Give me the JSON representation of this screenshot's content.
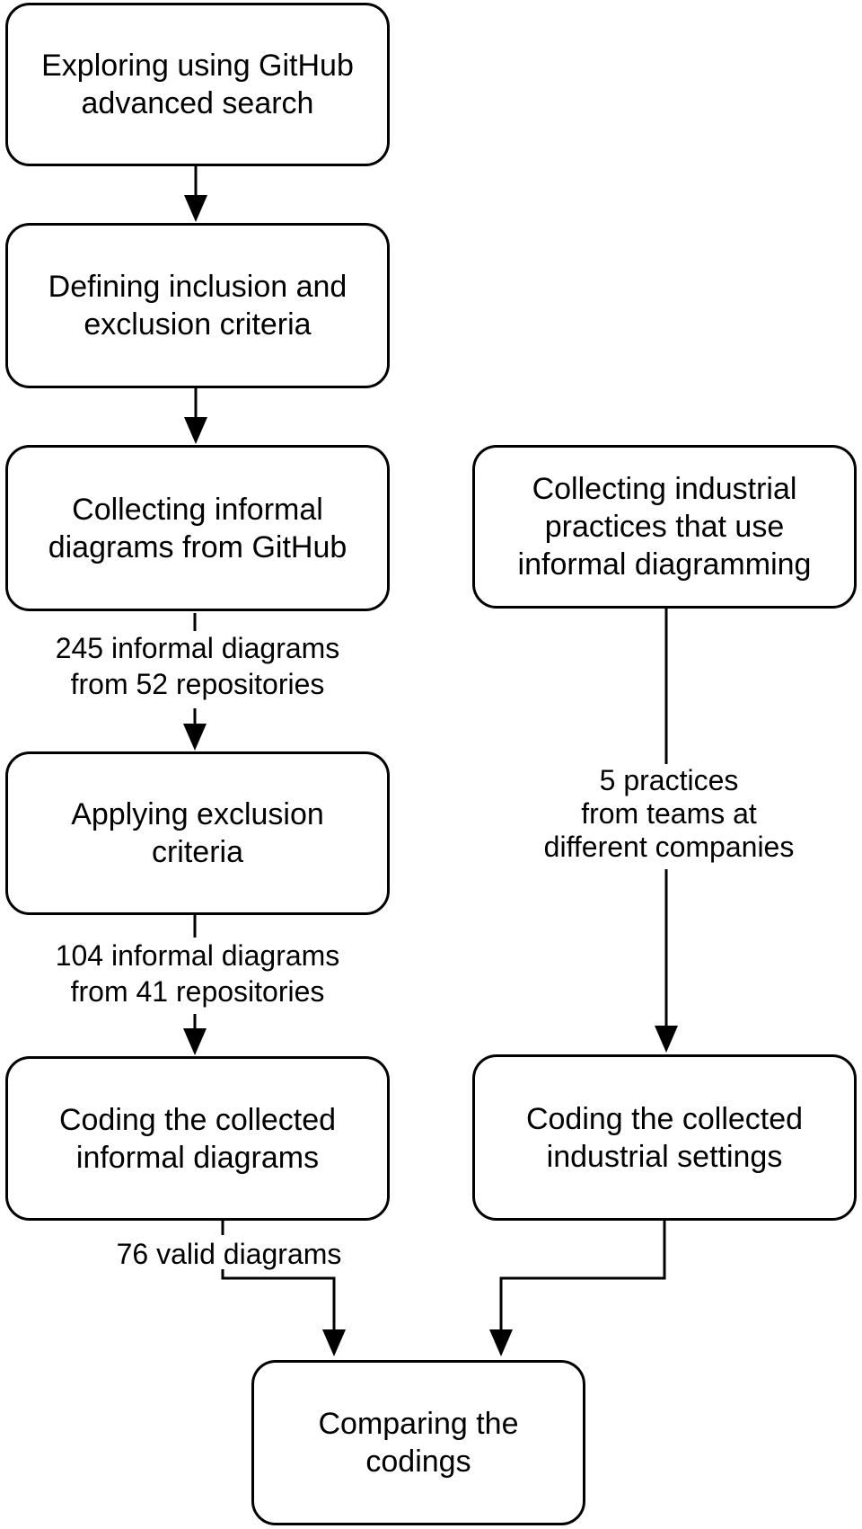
{
  "colors": {
    "background": "#ffffff",
    "node_fill": "#ffffff",
    "stroke": "#000000",
    "text": "#000000"
  },
  "nodes": {
    "explore": {
      "label": "Exploring using GitHub\nadvanced search"
    },
    "define_criteria": {
      "label": "Defining inclusion and\nexclusion criteria"
    },
    "collect_informal": {
      "label": "Collecting informal\ndiagrams from GitHub"
    },
    "collect_industrial": {
      "label": "Collecting industrial\npractices that use\ninformal diagramming"
    },
    "apply_exclusion": {
      "label": "Applying exclusion\ncriteria"
    },
    "code_informal": {
      "label": "Coding the collected\ninformal diagrams"
    },
    "code_industrial": {
      "label": "Coding the collected\nindustrial settings"
    },
    "compare": {
      "label": "Comparing the\ncodings"
    }
  },
  "edge_labels": {
    "collected_count": "245 informal diagrams\nfrom 52 repositories",
    "after_exclusion_count": "104 informal diagrams\nfrom 41 repositories",
    "valid_count": "76 valid diagrams",
    "practices_count": "5 practices\nfrom teams at\ndifferent companies"
  },
  "edges": [
    {
      "from": "explore",
      "to": "define_criteria",
      "label": ""
    },
    {
      "from": "define_criteria",
      "to": "collect_informal",
      "label": ""
    },
    {
      "from": "collect_informal",
      "to": "apply_exclusion",
      "label": "245 informal diagrams from 52 repositories"
    },
    {
      "from": "apply_exclusion",
      "to": "code_informal",
      "label": "104 informal diagrams from 41 repositories"
    },
    {
      "from": "code_informal",
      "to": "compare",
      "label": "76 valid diagrams"
    },
    {
      "from": "collect_industrial",
      "to": "code_industrial",
      "label": "5 practices from teams at different companies"
    },
    {
      "from": "code_industrial",
      "to": "compare",
      "label": ""
    }
  ]
}
